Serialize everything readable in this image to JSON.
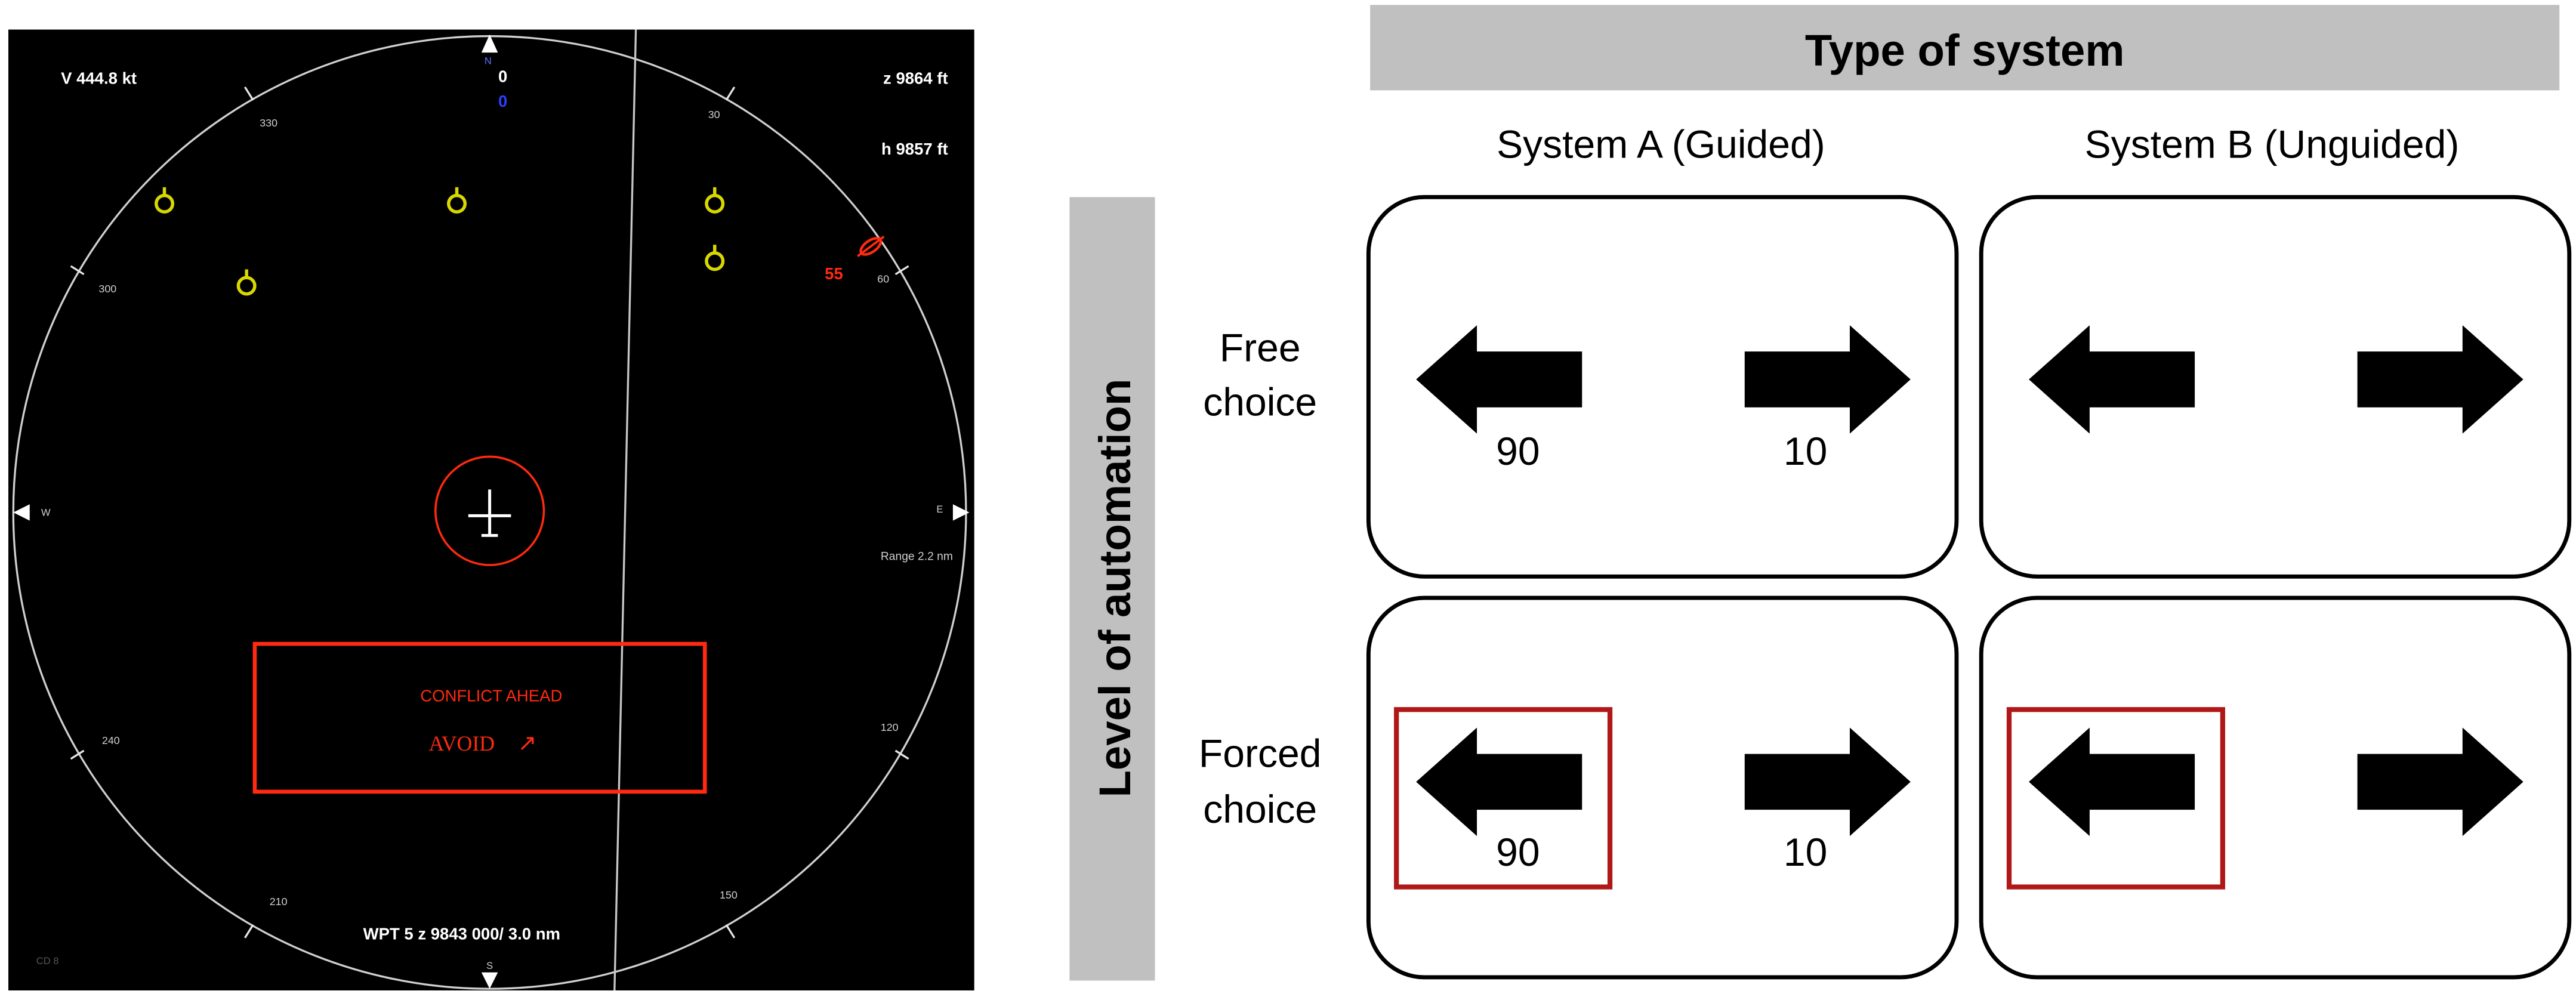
{
  "radar": {
    "speed": "V 444.8 kt",
    "altitude_z": "z 9864 ft",
    "altitude_h": "h 9857 ft",
    "heading_value": "0",
    "heading_sub": "0",
    "range": "Range 2.2 nm",
    "waypoint": "WPT 5 z 9843 000/ 3.0 nm",
    "corner_code": "CD 8",
    "compass": {
      "n": "N",
      "s": "S",
      "e": "E",
      "w": "W"
    },
    "tick_labels": {
      "t30": "30",
      "t60": "60",
      "t120": "120",
      "t150": "150",
      "t210": "210",
      "t240": "240",
      "t300": "300",
      "t330": "330"
    },
    "intruder_value": "55",
    "conflict_title": "CONFLICT AHEAD",
    "conflict_action": "AVOID",
    "conflict_arrow": "↗",
    "colors": {
      "background": "#000000",
      "ring": "#d0d0d0",
      "waypoint_marker": "#d8d800",
      "alert": "#ff2a10",
      "heading_blue": "#2a40ff"
    }
  },
  "matrix": {
    "column_header": "Type of system",
    "row_header": "Level of automation",
    "columns": [
      {
        "label": "System A (Guided)"
      },
      {
        "label": "System B (Unguided)"
      }
    ],
    "rows": [
      {
        "label_line1": "Free",
        "label_line2": "choice"
      },
      {
        "label_line1": "Forced",
        "label_line2": "choice"
      }
    ],
    "cells": {
      "a_free": {
        "left_value": "90",
        "right_value": "10"
      },
      "b_free": {
        "left_value": "",
        "right_value": ""
      },
      "a_forced": {
        "left_value": "90",
        "right_value": "10"
      },
      "b_forced": {
        "left_value": "",
        "right_value": ""
      }
    },
    "colors": {
      "header_fill": "#c0c0c0",
      "highlight": "#b01818",
      "arrow": "#000000"
    }
  }
}
